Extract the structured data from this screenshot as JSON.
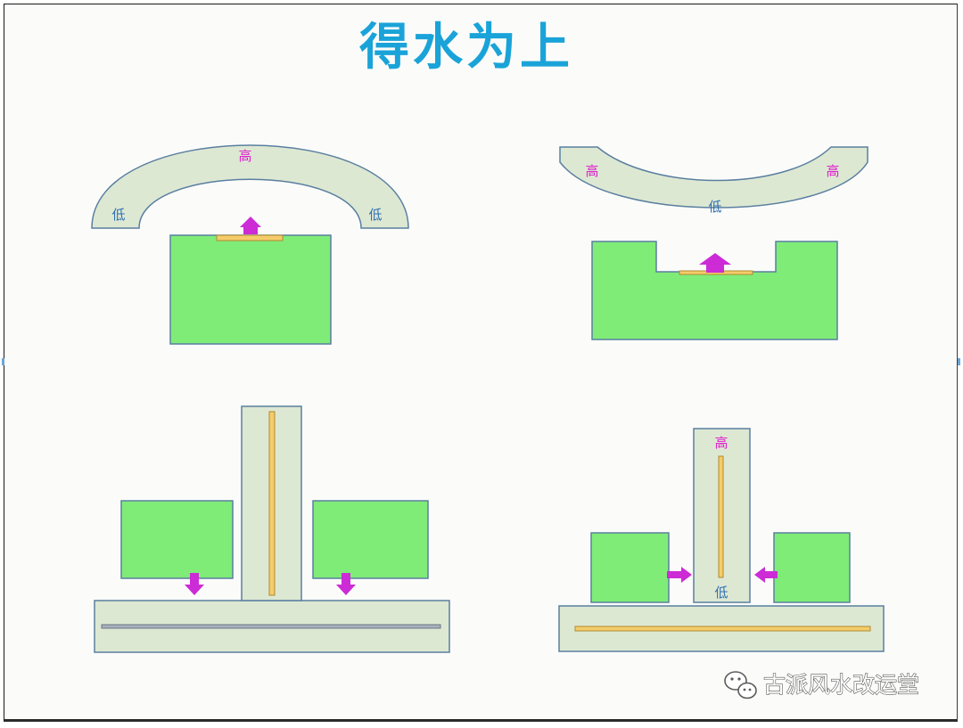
{
  "title": "得水为上",
  "labels": {
    "high": "高",
    "low": "低"
  },
  "watermark": {
    "text": "古派风水改运堂",
    "icon": "wechat-icon"
  },
  "colors": {
    "land": "#7fec78",
    "road": "#dde8d3",
    "edge": "#5a7fa0",
    "water_strip": "#f5cc6a",
    "arrow": "#cc2bd6",
    "title": "#1aa3d8"
  }
}
